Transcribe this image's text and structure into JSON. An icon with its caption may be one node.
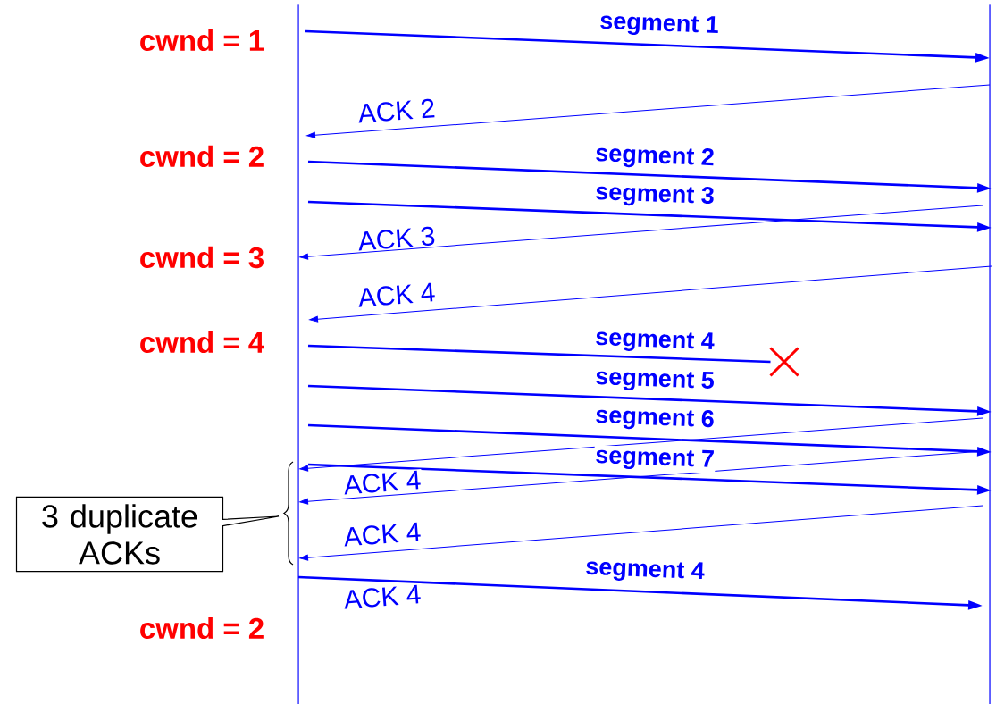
{
  "diagram": {
    "nodes": [
      {
        "text": [],
        "shape": "bar"
      },
      {
        "text": [],
        "shape": "bar"
      },
      {
        "text": [],
        "shape": "cross"
      },
      {
        "text": [
          "3 duplicate ACKs"
        ]
      }
    ],
    "edges": [
      {
        "from": 0,
        "to": 1,
        "arrow": "to",
        "label": "segment 1"
      },
      {
        "from": 1,
        "to": 0,
        "arrow": "to",
        "label": "ACK 2"
      },
      {
        "from": 0,
        "to": 1,
        "arrow": "to",
        "label": "segment 2"
      },
      {
        "from": 0,
        "to": 1,
        "arrow": "to",
        "label": "segment 3"
      },
      {
        "from": 1,
        "to": 0,
        "arrow": "to",
        "label": "ACK 3"
      },
      {
        "from": 1,
        "to": 0,
        "arrow": "to",
        "label": "ACK 4"
      },
      {
        "from": 0,
        "to": 2,
        "arrow": "none",
        "label": "segment 4"
      },
      {
        "from": 0,
        "to": 1,
        "arrow": "to",
        "label": "segment 5"
      },
      {
        "from": 0,
        "to": 1,
        "arrow": "to",
        "label": "segment 6"
      },
      {
        "from": 1,
        "to": 0,
        "arrow": "to",
        "label": "ACK 4"
      },
      {
        "from": 0,
        "to": 1,
        "arrow": "to",
        "label": "segment 7"
      },
      {
        "from": 1,
        "to": 0,
        "arrow": "to",
        "label": "ACK 4"
      },
      {
        "from": 1,
        "to": 0,
        "arrow": "to",
        "label": "ACK 4"
      },
      {
        "from": 0,
        "to": 1,
        "arrow": "to",
        "label": "segment 4"
      }
    ],
    "labels": [
      "cwnd = 1",
      "cwnd = 2",
      "cwnd = 3",
      "cwnd = 4",
      "cwnd = 2"
    ]
  }
}
